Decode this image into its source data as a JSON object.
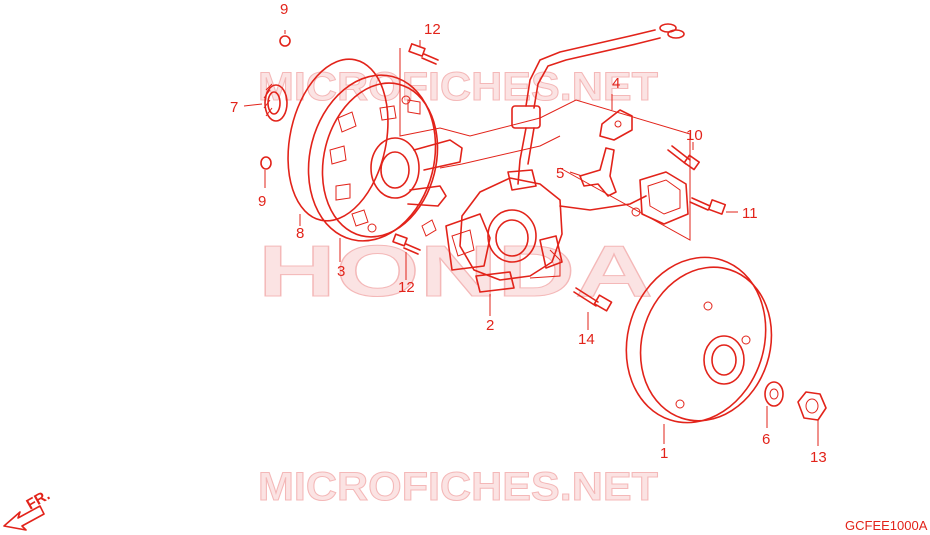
{
  "watermarks": {
    "top": "MICROFICHES.NET",
    "middle": "HONDA",
    "bottom": "MICROFICHES.NET"
  },
  "direction_label": "FR.",
  "diagram_code": "GCFEE1000A",
  "callouts": [
    "9",
    "12",
    "7",
    "4",
    "10",
    "5",
    "11",
    "9",
    "8",
    "3",
    "12",
    "2",
    "14",
    "1",
    "6",
    "13"
  ],
  "accent_color": "#e2231a"
}
